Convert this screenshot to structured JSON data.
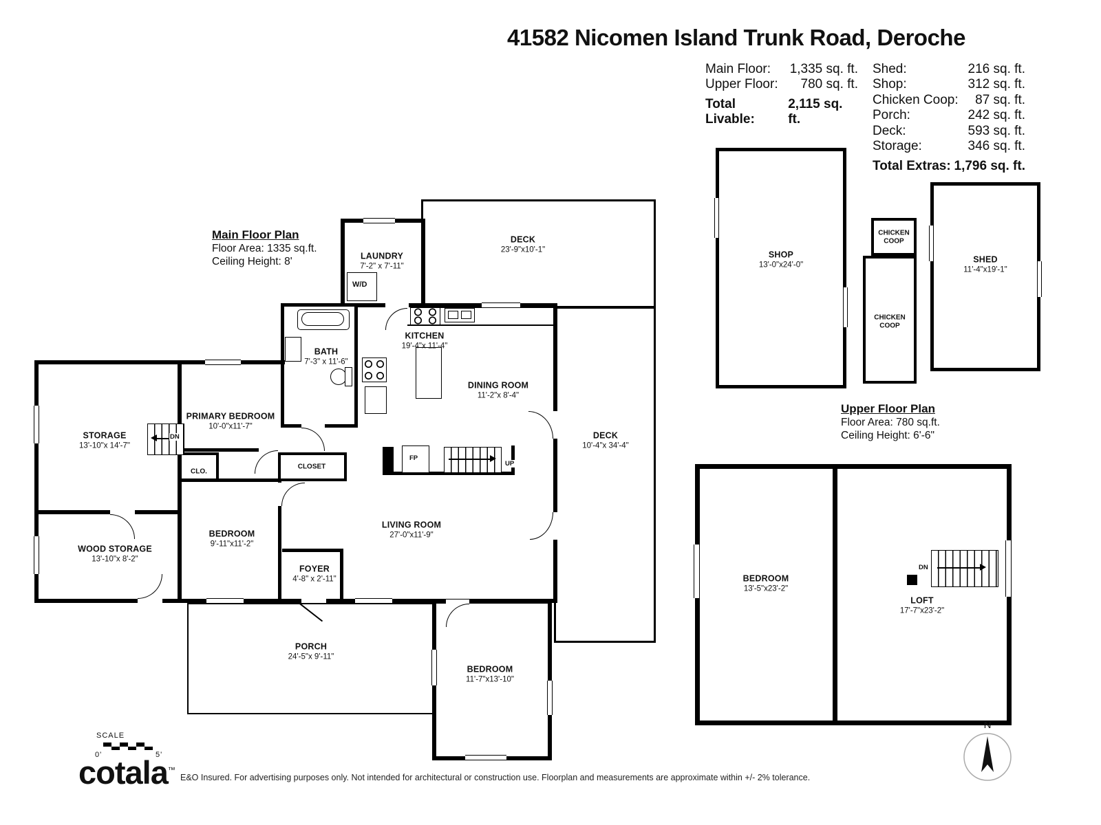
{
  "title": "41582 Nicomen Island Trunk Road, Deroche",
  "summary": {
    "left": [
      {
        "label": "Main Floor:",
        "value": "1,335 sq. ft."
      },
      {
        "label": "Upper Floor:",
        "value": "780 sq. ft."
      }
    ],
    "total_livable": {
      "label": "Total Livable:",
      "value": "2,115 sq. ft."
    },
    "right": [
      {
        "label": "Shed:",
        "value": "216 sq. ft."
      },
      {
        "label": "Shop:",
        "value": "312 sq. ft."
      },
      {
        "label": "Chicken Coop:",
        "value": "87 sq. ft."
      },
      {
        "label": "Porch:",
        "value": "242 sq. ft."
      },
      {
        "label": "Deck:",
        "value": "593 sq. ft."
      },
      {
        "label": "Storage:",
        "value": "346 sq. ft."
      }
    ],
    "total_extras": {
      "label": "Total Extras:",
      "value": "1,796 sq. ft."
    }
  },
  "main_floor": {
    "title": "Main Floor Plan",
    "floor_area": "Floor Area: 1335 sq.ft.",
    "ceiling": "Ceiling Height: 8'",
    "rooms": {
      "deck_top": {
        "name": "DECK",
        "dims": "23'-9\"x10'-1\""
      },
      "deck_right": {
        "name": "DECK",
        "dims": "10'-4\"x 34'-4\""
      },
      "laundry": {
        "name": "LAUNDRY",
        "dims": "7'-2\" x 7'-11\""
      },
      "wd": "W/D",
      "kitchen": {
        "name": "KITCHEN",
        "dims": "19'-4\"x 11'-4\""
      },
      "bath": {
        "name": "BATH",
        "dims": "7'-3\" x 11'-6\""
      },
      "dining": {
        "name": "DINING ROOM",
        "dims": "11'-2\"x 8'-4\""
      },
      "primary": {
        "name": "PRIMARY BEDROOM",
        "dims": "10'-0\"x11'-7\""
      },
      "storage": {
        "name": "STORAGE",
        "dims": "13'-10\"x 14'-7\""
      },
      "wood_storage": {
        "name": "WOOD STORAGE",
        "dims": "13'-10\"x 8'-2\""
      },
      "bedroom": {
        "name": "BEDROOM",
        "dims": "9'-11\"x11'-2\""
      },
      "living": {
        "name": "LIVING ROOM",
        "dims": "27'-0\"x11'-9\""
      },
      "foyer": {
        "name": "FOYER",
        "dims": "4'-8\" x 2'-11\""
      },
      "porch": {
        "name": "PORCH",
        "dims": "24'-5\"x 9'-11\""
      },
      "bedroom2": {
        "name": "BEDROOM",
        "dims": "11'-7\"x13'-10\""
      },
      "clo": "CLO.",
      "closet": "CLOSET",
      "dn": "DN",
      "up": "UP",
      "fp": "FP"
    }
  },
  "outbuildings": {
    "shop": {
      "name": "SHOP",
      "dims": "13'-0\"x24'-0\""
    },
    "chicken_coop_1": {
      "line1": "CHICKEN",
      "line2": "COOP"
    },
    "chicken_coop_2": {
      "line1": "CHICKEN",
      "line2": "COOP"
    },
    "shed": {
      "name": "SHED",
      "dims": "11'-4\"x19'-1\""
    }
  },
  "upper_floor": {
    "title": "Upper Floor Plan",
    "floor_area": "Floor Area: 780 sq.ft.",
    "ceiling": "Ceiling Height: 6'-6\"",
    "rooms": {
      "bedroom": {
        "name": "BEDROOM",
        "dims": "13'-5\"x23'-2\""
      },
      "loft": {
        "name": "LOFT",
        "dims": "17'-7\"x23'-2\""
      },
      "dn": "DN"
    }
  },
  "footer": {
    "scale_label": "SCALE",
    "scale_start": "0'",
    "scale_end": "5'",
    "logo": "cotala",
    "logo_tm": "™",
    "disclaimer": "E&O Insured. For advertising purposes only. Not intended for architectural or construction use. Floorplan and measurements are approximate within +/- 2% tolerance.",
    "north": "N"
  }
}
